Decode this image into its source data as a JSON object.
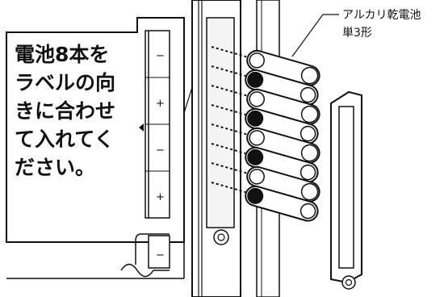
{
  "instruction_lines": [
    "電池8本を",
    "ラベルの向",
    "きに合わせ",
    "て入れてく",
    "ださい。"
  ],
  "battery_label_lines": [
    "アルカリ乾電池",
    "単3形"
  ],
  "contact_minus": "−",
  "contact_plus": "+",
  "colors": {
    "line": "#111111",
    "background": "#ffffff"
  }
}
